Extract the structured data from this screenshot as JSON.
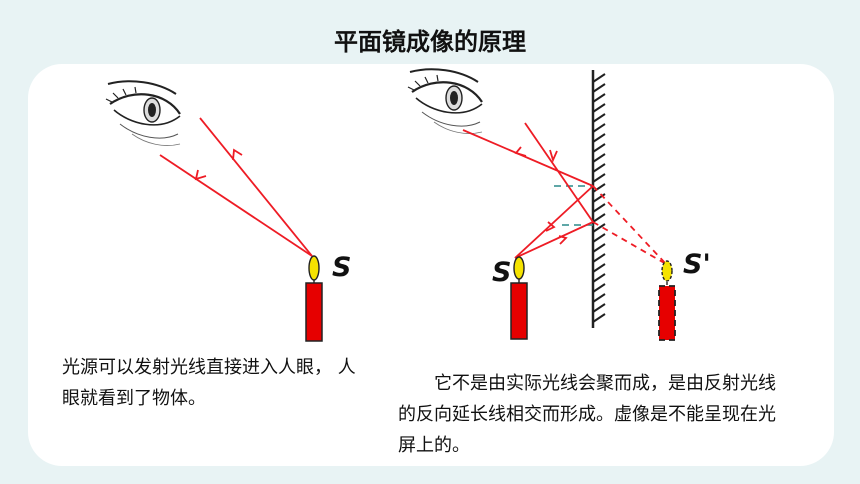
{
  "title": "平面镜成像的原理",
  "left": {
    "source_label": "S",
    "caption": "光源可以发射光线直接进入人眼， 人眼就看到了物体。"
  },
  "right": {
    "source_label": "S",
    "image_label": "S'",
    "caption": "它不是由实际光线会聚而成，是由反射光线的反向延长线相交而形成。虚像是不能呈现在光屏上的。"
  },
  "colors": {
    "ray": "#ee1c25",
    "candle": "#e60000",
    "flame": "#f5e300",
    "normal": "#2a8a8a",
    "mirror": "#222222"
  },
  "icons": [
    "eye-icon",
    "candle-icon",
    "flame-icon",
    "mirror-icon"
  ]
}
